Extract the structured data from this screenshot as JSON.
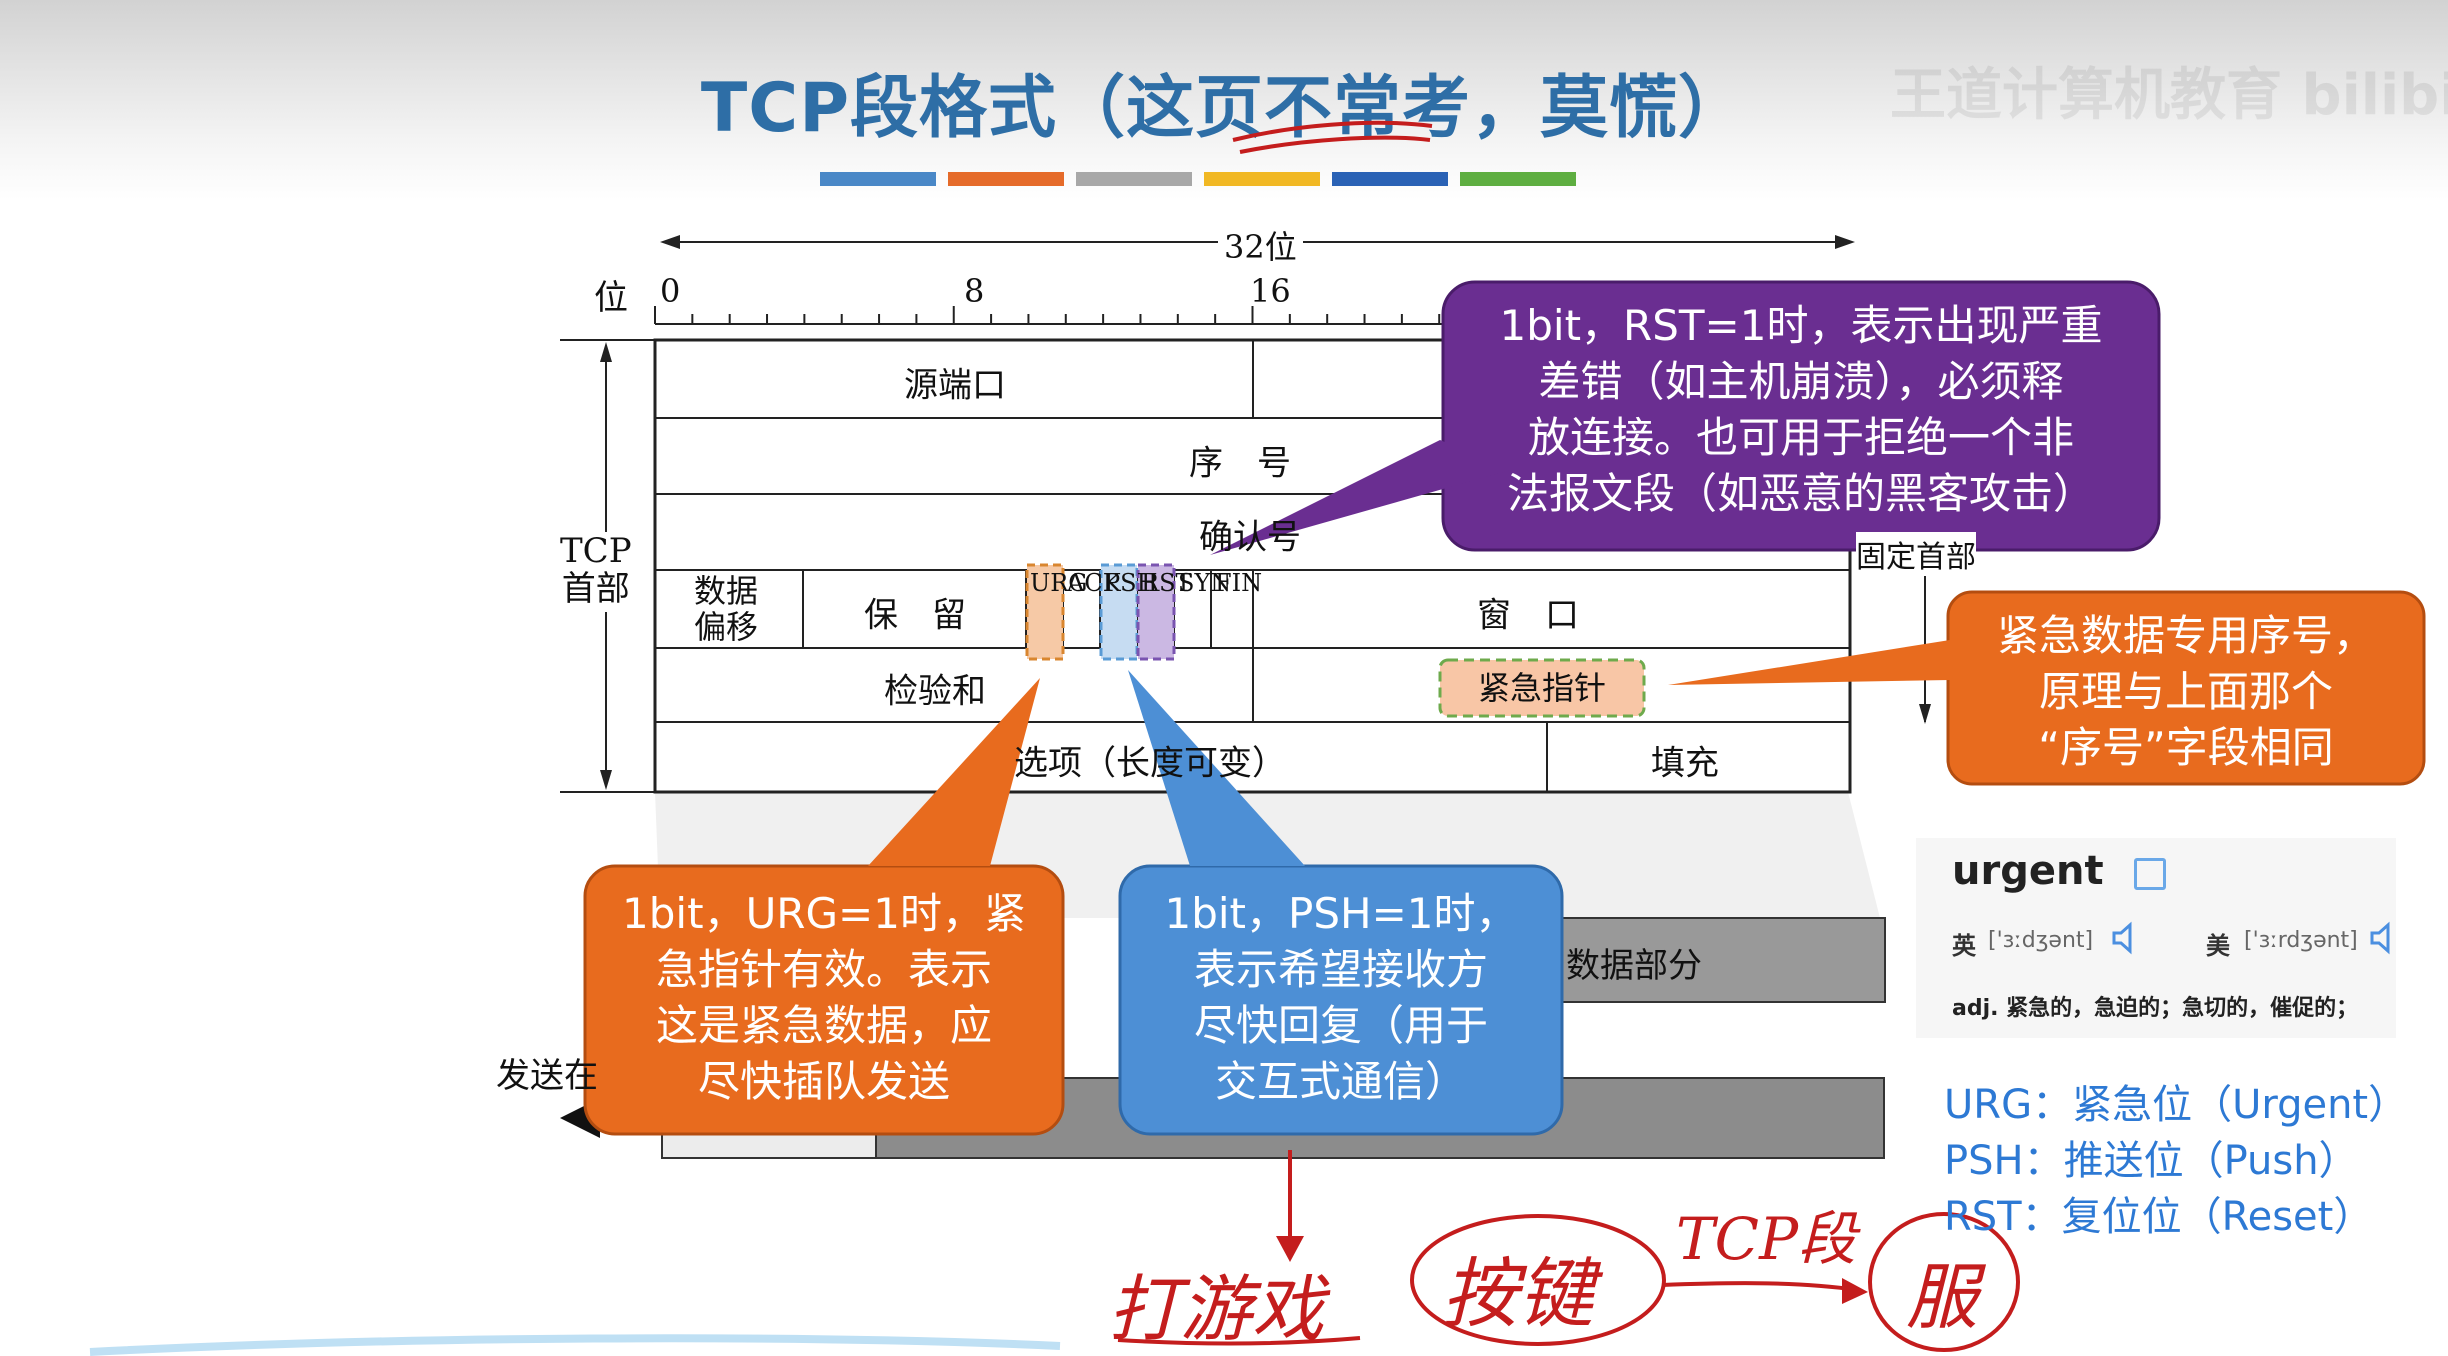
{
  "header": {
    "title": "TCP段格式（这页不常考，莫慌）",
    "watermark": "王道计算机教育 bilibili",
    "color_bars": [
      "#4a88c7",
      "#e56b2a",
      "#a8a8a8",
      "#f1b824",
      "#2a62b5",
      "#5eae41"
    ]
  },
  "diagram": {
    "width_label": "32位",
    "bit_axis_label": "位",
    "bit_ticks": [
      "0",
      "8",
      "16"
    ],
    "header_label": "TCP\n首部",
    "fixed_header_label": "固定首部",
    "fields": {
      "source_port": "源端口",
      "sequence": "序　号",
      "ack": "确认号",
      "data_offset": "数据\n偏移",
      "reserved": "保　留",
      "window": "窗　口",
      "checksum": "检验和",
      "urgent_pointer": "紧急指针",
      "options": "选项（长度可变）",
      "padding": "填充"
    },
    "flags": [
      "URG",
      "ACK",
      "PSH",
      "RST",
      "SYN",
      "FIN"
    ],
    "data_part_label": "数据部分",
    "sender_label": "发送在"
  },
  "callouts": {
    "rst": "1bit，RST=1时，表示出现严重\n差错（如主机崩溃），必须释\n放连接。也可用于拒绝一个非\n法报文段（如恶意的黑客攻击）",
    "urgent_pointer": "紧急数据专用序号，\n原理与上面那个\n“序号”字段相同",
    "urg": "1bit，URG=1时，紧\n急指针有效。表示\n这是紧急数据，应\n尽快插队发送",
    "psh": "1bit，PSH=1时，\n表示希望接收方\n尽快回复（用于\n交互式通信）"
  },
  "dictionary": {
    "word": "urgent",
    "uk_label": "英",
    "uk_pron": "['ɜːdʒənt]",
    "us_label": "美",
    "us_pron": "['ɜːrdʒənt]",
    "definition": "adj. 紧急的，急迫的；急切的，催促的；"
  },
  "abbreviations": [
    "URG：紧急位（Urgent）",
    "PSH：推送位（Push）",
    "RST：复位位（Reset）"
  ],
  "handwriting": {
    "game": "打游戏",
    "key": "按键",
    "tcp_segment": "TCP段",
    "server": "服"
  },
  "colors": {
    "purple": "#6a2e91",
    "orange": "#e86b1e",
    "blue": "#4d8fd5",
    "title_blue": "#2e6ea6",
    "handwriting_red": "#c41d1d"
  }
}
